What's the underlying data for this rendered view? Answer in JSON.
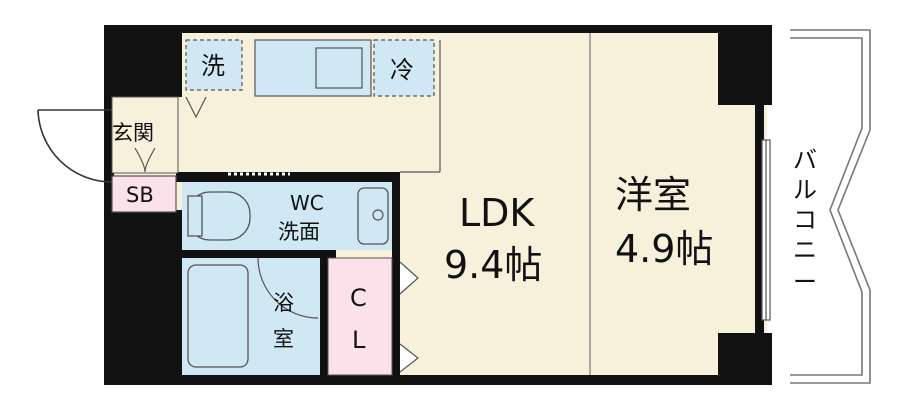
{
  "floorplan": {
    "rooms": {
      "washer": {
        "label": "洗"
      },
      "fridge": {
        "label": "冷"
      },
      "entrance": {
        "label": "玄関"
      },
      "shoe_box": {
        "label": "SB"
      },
      "toilet_wash": {
        "line1": "WC",
        "line2": "洗面"
      },
      "bath": {
        "line1": "浴",
        "line2": "室"
      },
      "closet": {
        "line1": "C",
        "line2": "L"
      },
      "ldk": {
        "name": "LDK",
        "size": "9.4帖"
      },
      "western": {
        "name": "洋室",
        "size": "4.9帖"
      },
      "balcony": {
        "chars": [
          "バ",
          "ル",
          "コ",
          "ニ",
          "ー"
        ]
      }
    },
    "colors": {
      "wall": "#111111",
      "floor": "#f7f1dc",
      "wet_area": "#cfe8f3",
      "closet_pink": "#fbe1ea",
      "shoe_box_pink": "#fbe1ea",
      "balcony_line": "#777777"
    }
  }
}
